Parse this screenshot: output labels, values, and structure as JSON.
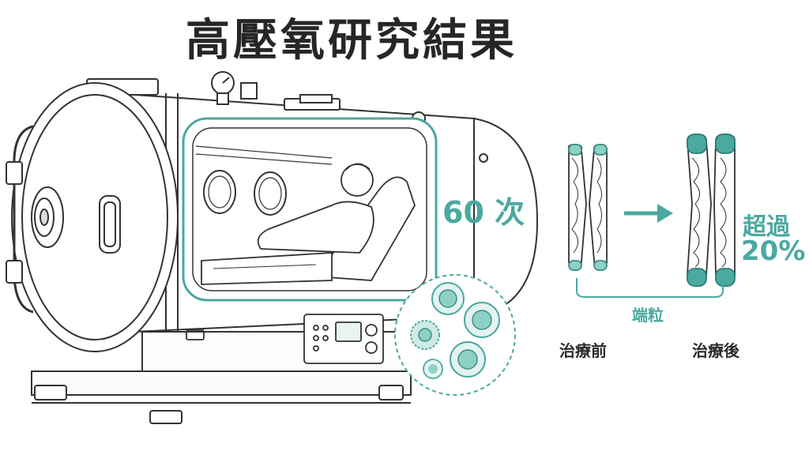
{
  "title": "高壓氧研究結果",
  "sessions_label": "60 次",
  "arrow_label": "端粒",
  "increase_label_line1": "超過",
  "increase_label_line2": "20%",
  "before_label": "治療前",
  "after_label": "治療後",
  "colors": {
    "accent": "#4aa9a0",
    "accent_light": "#8fd0c6",
    "line": "#333333"
  }
}
